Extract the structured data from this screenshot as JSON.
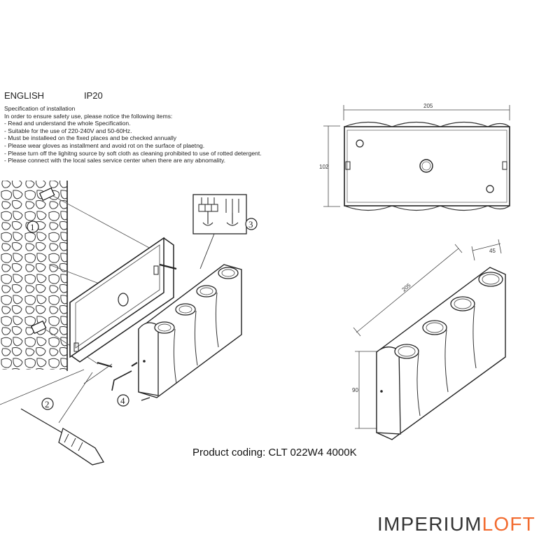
{
  "header": {
    "language": "ENGLISH",
    "rating": "IP20"
  },
  "spec": {
    "lines": [
      "Specification of installation",
      "In order to ensure safety use, please notice the following items:",
      "- Read and understand the whole Specification.",
      "- Suitable for the use of 220-240V and 50-60Hz.",
      "- Must be installeed on the fixed places and be checked annually",
      "- Please wear gloves as installment and avoid rot on the surface of plaetng.",
      "- Please turn off the lighitng source by soft cloth as cleaning prohibited to use of rotted detergent.",
      "- Please connect with the local sales service center when there are any abnomality."
    ]
  },
  "dimensions": {
    "top_view_width": "205",
    "top_view_height": "102",
    "iso_length": "205",
    "iso_depth": "45",
    "iso_height": "90"
  },
  "steps": {
    "s1": "1",
    "s2": "2",
    "s3": "3",
    "s4": "4"
  },
  "product": {
    "coding": "Product coding: CLT 022W4 4000K"
  },
  "brand": {
    "part1": "IMPERIUM",
    "part2": "LOFT",
    "accent_color": "#f26b2f",
    "text_color": "#333333"
  }
}
